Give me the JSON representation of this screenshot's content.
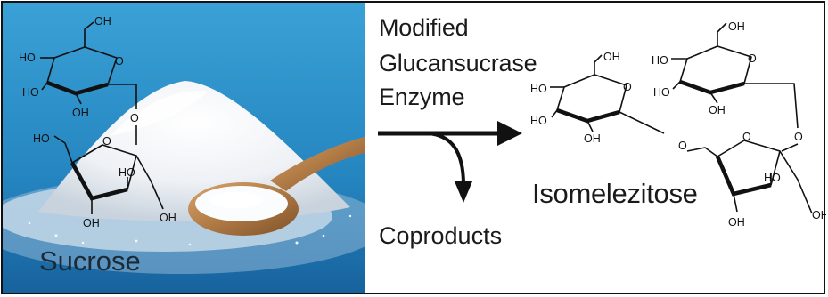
{
  "left_panel": {
    "label": "Sucrose"
  },
  "reaction": {
    "enzyme_lines": [
      "Modified",
      "Glucansucrase",
      "Enzyme"
    ],
    "coproducts_label": "Coproducts",
    "arrow_color": "#111111"
  },
  "product": {
    "label": "Isomelezitose"
  },
  "atom_labels": {
    "OH": "OH",
    "HO": "HO",
    "O": "O"
  },
  "colors": {
    "background_blue_top": "#2f93c9",
    "background_blue_bottom": "#1768a6",
    "sugar_white": "#f5f6f8",
    "spoon_wood": "#b07a45"
  }
}
